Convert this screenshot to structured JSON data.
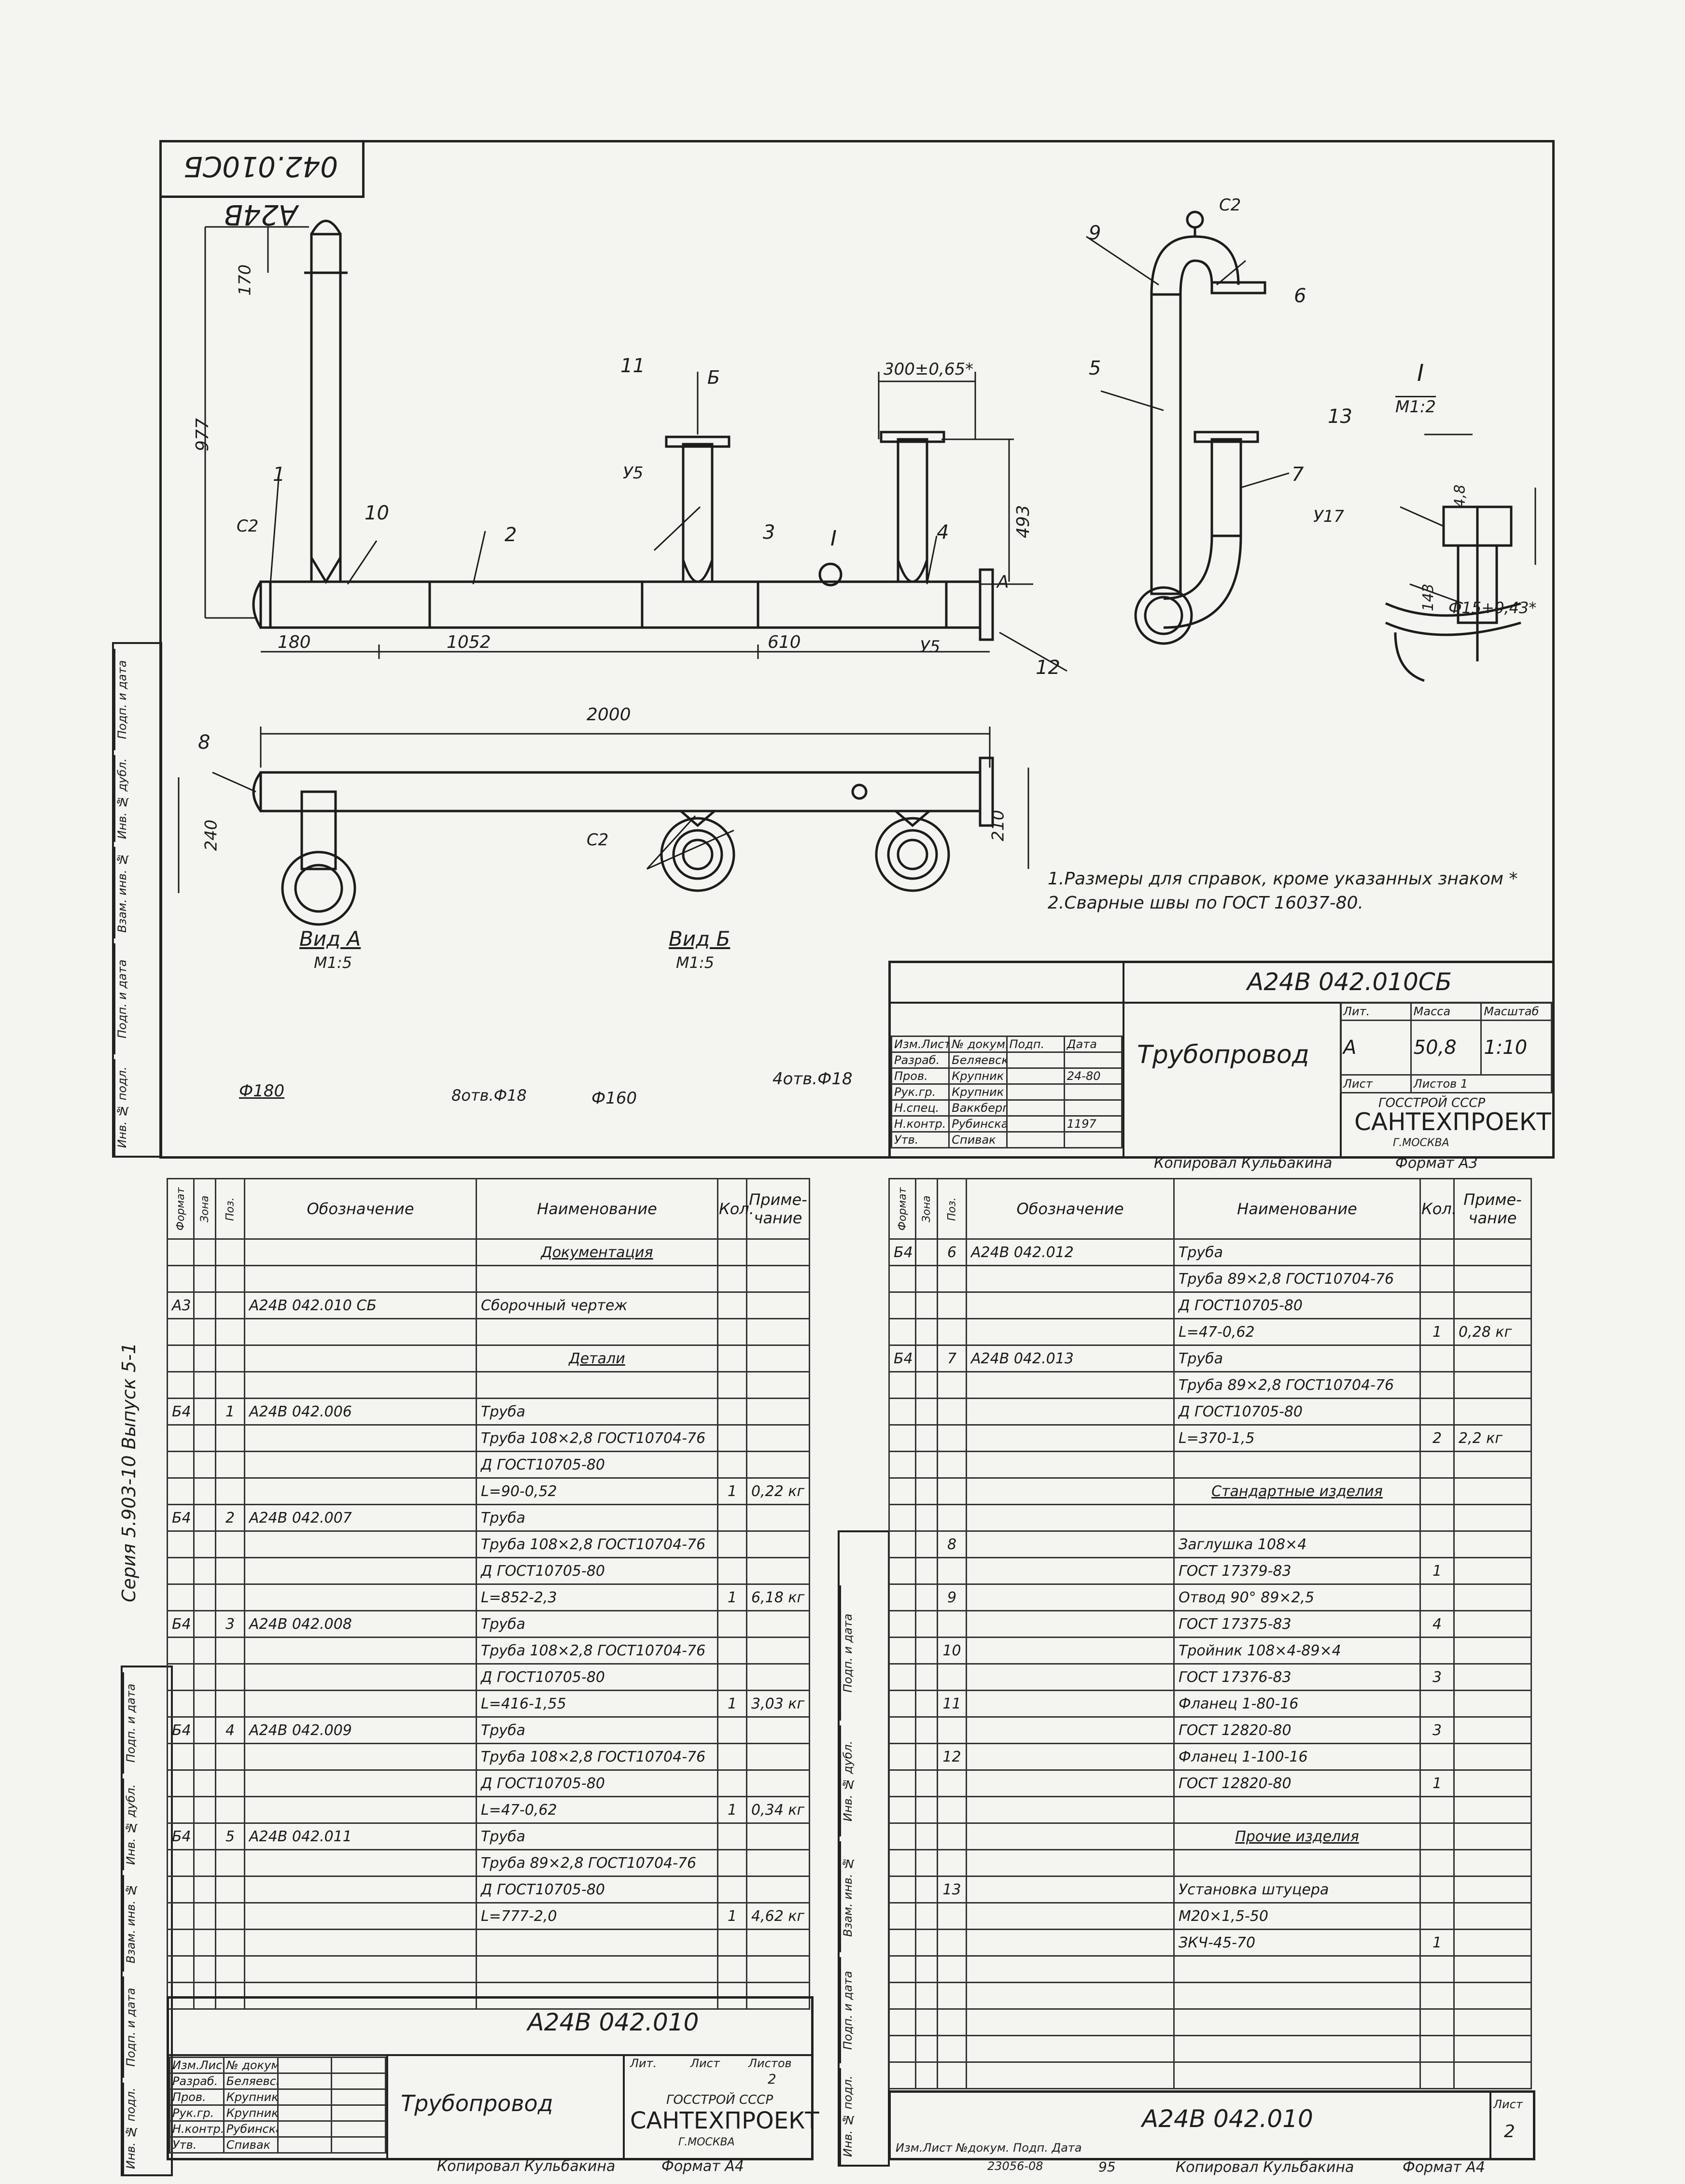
{
  "drawing": {
    "code_rotated": "А24В 042.010СБ",
    "notes": [
      "1.Размеры для справок, кроме указанных знаком *",
      "2.Сварные швы по ГОСТ 16037-80."
    ],
    "dims": {
      "d170": "170",
      "d977": "977",
      "d493": "493",
      "d300": "300±0,65*",
      "d180": "180",
      "d1052": "1052",
      "d610": "610",
      "d2000": "2000",
      "d240": "240",
      "d210": "210",
      "d4_8": "4,8",
      "d143": "143",
      "phi15": "Ф15+0,43*",
      "phi180": "Ф180",
      "phi160": "Ф160",
      "holes_a": "8отв.Ф18",
      "holes_b": "4отв.Ф18"
    },
    "positions": [
      "1",
      "2",
      "3",
      "4",
      "5",
      "6",
      "7",
      "8",
      "9",
      "10",
      "11",
      "12",
      "13"
    ],
    "weld_marks": {
      "c2": "С2",
      "y5": "У5",
      "y17": "У17"
    },
    "views": {
      "section_I": "I",
      "section_I_scale": "М1:2",
      "view_a": "Вид А",
      "view_a_scale": "М1:5",
      "view_b": "Вид Б",
      "view_b_scale": "М1:5",
      "arrow_a": "А",
      "arrow_b": "Б"
    }
  },
  "title_block_top": {
    "code": "А24В 042.010СБ",
    "name": "Трубопровод",
    "lit_header": "Лит.",
    "mass_header": "Масса",
    "scale_header": "Масштаб",
    "lit": "А",
    "mass": "50,8",
    "scale": "1:10",
    "sheet": "Лист",
    "sheets": "Листов 1",
    "org1": "ГОССТРОЙ СССР",
    "org2": "САНТЕХПРОЕКТ",
    "org3": "Г.МОСКВА",
    "roles": [
      {
        "role": "Изм.Лист",
        "name": "№ докум.",
        "sign": "Подп.",
        "date": "Дата"
      },
      {
        "role": "Разраб.",
        "name": "Беляевская",
        "sign": "",
        "date": ""
      },
      {
        "role": "Пров.",
        "name": "Крупник",
        "sign": "",
        "date": "24-80"
      },
      {
        "role": "Рук.гр.",
        "name": "Крупник",
        "sign": "",
        "date": ""
      },
      {
        "role": "Н.спец.",
        "name": "Ваккберг",
        "sign": "",
        "date": ""
      },
      {
        "role": "Н.контр.",
        "name": "Рубинская",
        "sign": "",
        "date": "1197"
      },
      {
        "role": "Утв.",
        "name": "Спивак",
        "sign": "",
        "date": ""
      }
    ],
    "copied": "Копировал Кульбакина",
    "format": "Формат А3"
  },
  "side_labels": {
    "inv_podl": "Инв. № подл.",
    "podp_data": "Подп. и дата",
    "vzam_inv": "Взам. инв. №",
    "inv_dubl": "Инв. № дубл.",
    "series": "Серия 5.903-10    Выпуск 5-1"
  },
  "spec_left": {
    "headers": [
      "Формат",
      "Зона",
      "Поз.",
      "Обозначение",
      "Наименование",
      "Кол.",
      "Приме-чание"
    ],
    "rows": [
      {
        "f": "",
        "z": "",
        "p": "",
        "d": "",
        "n": "Документация",
        "q": "",
        "r": "",
        "u": true
      },
      {
        "f": "",
        "z": "",
        "p": "",
        "d": "",
        "n": "",
        "q": "",
        "r": ""
      },
      {
        "f": "А3",
        "z": "",
        "p": "",
        "d": "А24В 042.010 СБ",
        "n": "Сборочный чертеж",
        "q": "",
        "r": ""
      },
      {
        "f": "",
        "z": "",
        "p": "",
        "d": "",
        "n": "",
        "q": "",
        "r": ""
      },
      {
        "f": "",
        "z": "",
        "p": "",
        "d": "",
        "n": "Детали",
        "q": "",
        "r": "",
        "u": true
      },
      {
        "f": "",
        "z": "",
        "p": "",
        "d": "",
        "n": "",
        "q": "",
        "r": ""
      },
      {
        "f": "Б4",
        "z": "",
        "p": "1",
        "d": "А24В 042.006",
        "n": "Труба",
        "q": "",
        "r": ""
      },
      {
        "f": "",
        "z": "",
        "p": "",
        "d": "",
        "n": "Труба 108×2,8 ГОСТ10704-76",
        "q": "",
        "r": ""
      },
      {
        "f": "",
        "z": "",
        "p": "",
        "d": "",
        "n": "Д ГОСТ10705-80",
        "q": "",
        "r": ""
      },
      {
        "f": "",
        "z": "",
        "p": "",
        "d": "",
        "n": "L=90-0,52",
        "q": "1",
        "r": "0,22 кг"
      },
      {
        "f": "Б4",
        "z": "",
        "p": "2",
        "d": "А24В 042.007",
        "n": "Труба",
        "q": "",
        "r": ""
      },
      {
        "f": "",
        "z": "",
        "p": "",
        "d": "",
        "n": "Труба 108×2,8 ГОСТ10704-76",
        "q": "",
        "r": ""
      },
      {
        "f": "",
        "z": "",
        "p": "",
        "d": "",
        "n": "Д ГОСТ10705-80",
        "q": "",
        "r": ""
      },
      {
        "f": "",
        "z": "",
        "p": "",
        "d": "",
        "n": "L=852-2,3",
        "q": "1",
        "r": "6,18 кг"
      },
      {
        "f": "Б4",
        "z": "",
        "p": "3",
        "d": "А24В 042.008",
        "n": "Труба",
        "q": "",
        "r": ""
      },
      {
        "f": "",
        "z": "",
        "p": "",
        "d": "",
        "n": "Труба 108×2,8 ГОСТ10704-76",
        "q": "",
        "r": ""
      },
      {
        "f": "",
        "z": "",
        "p": "",
        "d": "",
        "n": "Д ГОСТ10705-80",
        "q": "",
        "r": ""
      },
      {
        "f": "",
        "z": "",
        "p": "",
        "d": "",
        "n": "L=416-1,55",
        "q": "1",
        "r": "3,03 кг"
      },
      {
        "f": "Б4",
        "z": "",
        "p": "4",
        "d": "А24В 042.009",
        "n": "Труба",
        "q": "",
        "r": ""
      },
      {
        "f": "",
        "z": "",
        "p": "",
        "d": "",
        "n": "Труба 108×2,8 ГОСТ10704-76",
        "q": "",
        "r": ""
      },
      {
        "f": "",
        "z": "",
        "p": "",
        "d": "",
        "n": "Д ГОСТ10705-80",
        "q": "",
        "r": ""
      },
      {
        "f": "",
        "z": "",
        "p": "",
        "d": "",
        "n": "L=47-0,62",
        "q": "1",
        "r": "0,34 кг"
      },
      {
        "f": "Б4",
        "z": "",
        "p": "5",
        "d": "А24В 042.011",
        "n": "Труба",
        "q": "",
        "r": ""
      },
      {
        "f": "",
        "z": "",
        "p": "",
        "d": "",
        "n": "Труба 89×2,8 ГОСТ10704-76",
        "q": "",
        "r": ""
      },
      {
        "f": "",
        "z": "",
        "p": "",
        "d": "",
        "n": "Д ГОСТ10705-80",
        "q": "",
        "r": ""
      },
      {
        "f": "",
        "z": "",
        "p": "",
        "d": "",
        "n": "L=777-2,0",
        "q": "1",
        "r": "4,62 кг"
      },
      {
        "f": "",
        "z": "",
        "p": "",
        "d": "",
        "n": "",
        "q": "",
        "r": ""
      },
      {
        "f": "",
        "z": "",
        "p": "",
        "d": "",
        "n": "",
        "q": "",
        "r": ""
      },
      {
        "f": "",
        "z": "",
        "p": "",
        "d": "",
        "n": "",
        "q": "",
        "r": ""
      }
    ]
  },
  "spec_right": {
    "headers": [
      "Формат",
      "Зона",
      "Поз.",
      "Обозначение",
      "Наименование",
      "Кол.",
      "Приме-чание"
    ],
    "rows": [
      {
        "f": "Б4",
        "z": "",
        "p": "6",
        "d": "А24В 042.012",
        "n": "Труба",
        "q": "",
        "r": ""
      },
      {
        "f": "",
        "z": "",
        "p": "",
        "d": "",
        "n": "Труба 89×2,8 ГОСТ10704-76",
        "q": "",
        "r": ""
      },
      {
        "f": "",
        "z": "",
        "p": "",
        "d": "",
        "n": "Д ГОСТ10705-80",
        "q": "",
        "r": ""
      },
      {
        "f": "",
        "z": "",
        "p": "",
        "d": "",
        "n": "L=47-0,62",
        "q": "1",
        "r": "0,28 кг"
      },
      {
        "f": "Б4",
        "z": "",
        "p": "7",
        "d": "А24В 042.013",
        "n": "Труба",
        "q": "",
        "r": ""
      },
      {
        "f": "",
        "z": "",
        "p": "",
        "d": "",
        "n": "Труба 89×2,8 ГОСТ10704-76",
        "q": "",
        "r": ""
      },
      {
        "f": "",
        "z": "",
        "p": "",
        "d": "",
        "n": "Д ГОСТ10705-80",
        "q": "",
        "r": ""
      },
      {
        "f": "",
        "z": "",
        "p": "",
        "d": "",
        "n": "L=370-1,5",
        "q": "2",
        "r": "2,2 кг"
      },
      {
        "f": "",
        "z": "",
        "p": "",
        "d": "",
        "n": "",
        "q": "",
        "r": ""
      },
      {
        "f": "",
        "z": "",
        "p": "",
        "d": "",
        "n": "Стандартные изделия",
        "q": "",
        "r": "",
        "u": true
      },
      {
        "f": "",
        "z": "",
        "p": "",
        "d": "",
        "n": "",
        "q": "",
        "r": ""
      },
      {
        "f": "",
        "z": "",
        "p": "8",
        "d": "",
        "n": "Заглушка 108×4",
        "q": "",
        "r": ""
      },
      {
        "f": "",
        "z": "",
        "p": "",
        "d": "",
        "n": "ГОСТ 17379-83",
        "q": "1",
        "r": ""
      },
      {
        "f": "",
        "z": "",
        "p": "9",
        "d": "",
        "n": "Отвод 90° 89×2,5",
        "q": "",
        "r": ""
      },
      {
        "f": "",
        "z": "",
        "p": "",
        "d": "",
        "n": "ГОСТ 17375-83",
        "q": "4",
        "r": ""
      },
      {
        "f": "",
        "z": "",
        "p": "10",
        "d": "",
        "n": "Тройник 108×4-89×4",
        "q": "",
        "r": ""
      },
      {
        "f": "",
        "z": "",
        "p": "",
        "d": "",
        "n": "ГОСТ 17376-83",
        "q": "3",
        "r": ""
      },
      {
        "f": "",
        "z": "",
        "p": "11",
        "d": "",
        "n": "Фланец 1-80-16",
        "q": "",
        "r": ""
      },
      {
        "f": "",
        "z": "",
        "p": "",
        "d": "",
        "n": "ГОСТ 12820-80",
        "q": "3",
        "r": ""
      },
      {
        "f": "",
        "z": "",
        "p": "12",
        "d": "",
        "n": "Фланец 1-100-16",
        "q": "",
        "r": ""
      },
      {
        "f": "",
        "z": "",
        "p": "",
        "d": "",
        "n": "ГОСТ 12820-80",
        "q": "1",
        "r": ""
      },
      {
        "f": "",
        "z": "",
        "p": "",
        "d": "",
        "n": "",
        "q": "",
        "r": ""
      },
      {
        "f": "",
        "z": "",
        "p": "",
        "d": "",
        "n": "Прочие изделия",
        "q": "",
        "r": "",
        "u": true
      },
      {
        "f": "",
        "z": "",
        "p": "",
        "d": "",
        "n": "",
        "q": "",
        "r": ""
      },
      {
        "f": "",
        "z": "",
        "p": "13",
        "d": "",
        "n": "Установка штуцера",
        "q": "",
        "r": ""
      },
      {
        "f": "",
        "z": "",
        "p": "",
        "d": "",
        "n": "М20×1,5-50",
        "q": "",
        "r": ""
      },
      {
        "f": "",
        "z": "",
        "p": "",
        "d": "",
        "n": "ЗКЧ-45-70",
        "q": "1",
        "r": ""
      },
      {
        "f": "",
        "z": "",
        "p": "",
        "d": "",
        "n": "",
        "q": "",
        "r": ""
      },
      {
        "f": "",
        "z": "",
        "p": "",
        "d": "",
        "n": "",
        "q": "",
        "r": ""
      },
      {
        "f": "",
        "z": "",
        "p": "",
        "d": "",
        "n": "",
        "q": "",
        "r": ""
      },
      {
        "f": "",
        "z": "",
        "p": "",
        "d": "",
        "n": "",
        "q": "",
        "r": ""
      },
      {
        "f": "",
        "z": "",
        "p": "",
        "d": "",
        "n": "",
        "q": "",
        "r": ""
      }
    ]
  },
  "title_block_bottom_left": {
    "code": "А24В 042.010",
    "name": "Трубопровод",
    "lit": "Лит.",
    "sheet": "Лист",
    "sheets": "Листов",
    "sheets_val": "2",
    "org1": "ГОССТРОЙ СССР",
    "org2": "САНТЕХПРОЕКТ",
    "org3": "Г.МОСКВА",
    "roles": [
      {
        "role": "Изм.Лист",
        "name": "№ докум."
      },
      {
        "role": "Разраб.",
        "name": "Беляевская"
      },
      {
        "role": "Пров.",
        "name": "Крупник"
      },
      {
        "role": "Рук.гр.",
        "name": "Крупник"
      },
      {
        "role": "Н.контр.",
        "name": "Рубинская"
      },
      {
        "role": "Утв.",
        "name": "Спивак"
      }
    ],
    "copied": "Копировал Кульбакина",
    "format": "Формат А4"
  },
  "title_block_bottom_right": {
    "code": "А24В 042.010",
    "sheet": "Лист",
    "sheet_no": "2",
    "izm": "Изм.Лист №докум. Подп. Дата",
    "inv": "23056-08",
    "page": "95",
    "copied": "Копировал Кульбакина",
    "format": "Формат А4"
  }
}
